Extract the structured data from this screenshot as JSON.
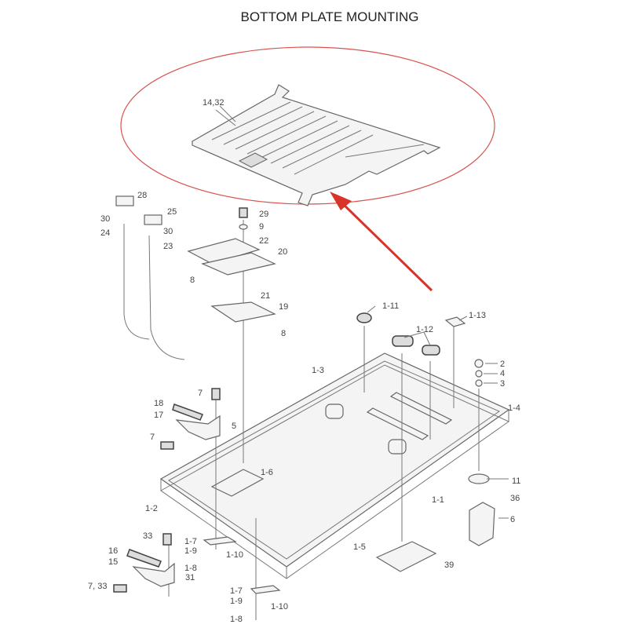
{
  "title": "BOTTOM PLATE MOUNTING",
  "colors": {
    "ellipse": "#d9534f",
    "arrow": "#d9342b",
    "line": "#777777"
  },
  "labels": [
    "14,32",
    "28",
    "30",
    "24",
    "25",
    "30",
    "23",
    "29",
    "9",
    "22",
    "20",
    "8",
    "21",
    "19",
    "8",
    "1-11",
    "1-12",
    "1-13",
    "2",
    "4",
    "3",
    "1-3",
    "1-4",
    "7",
    "18",
    "17",
    "5",
    "7",
    "1-6",
    "1-2",
    "1-1",
    "11",
    "36",
    "6",
    "33",
    "1-7",
    "1-9",
    "1-10",
    "1-8",
    "16",
    "15",
    "31",
    "7, 33",
    "1-5",
    "39",
    "1-7",
    "1-9",
    "1-10",
    "1-8"
  ]
}
